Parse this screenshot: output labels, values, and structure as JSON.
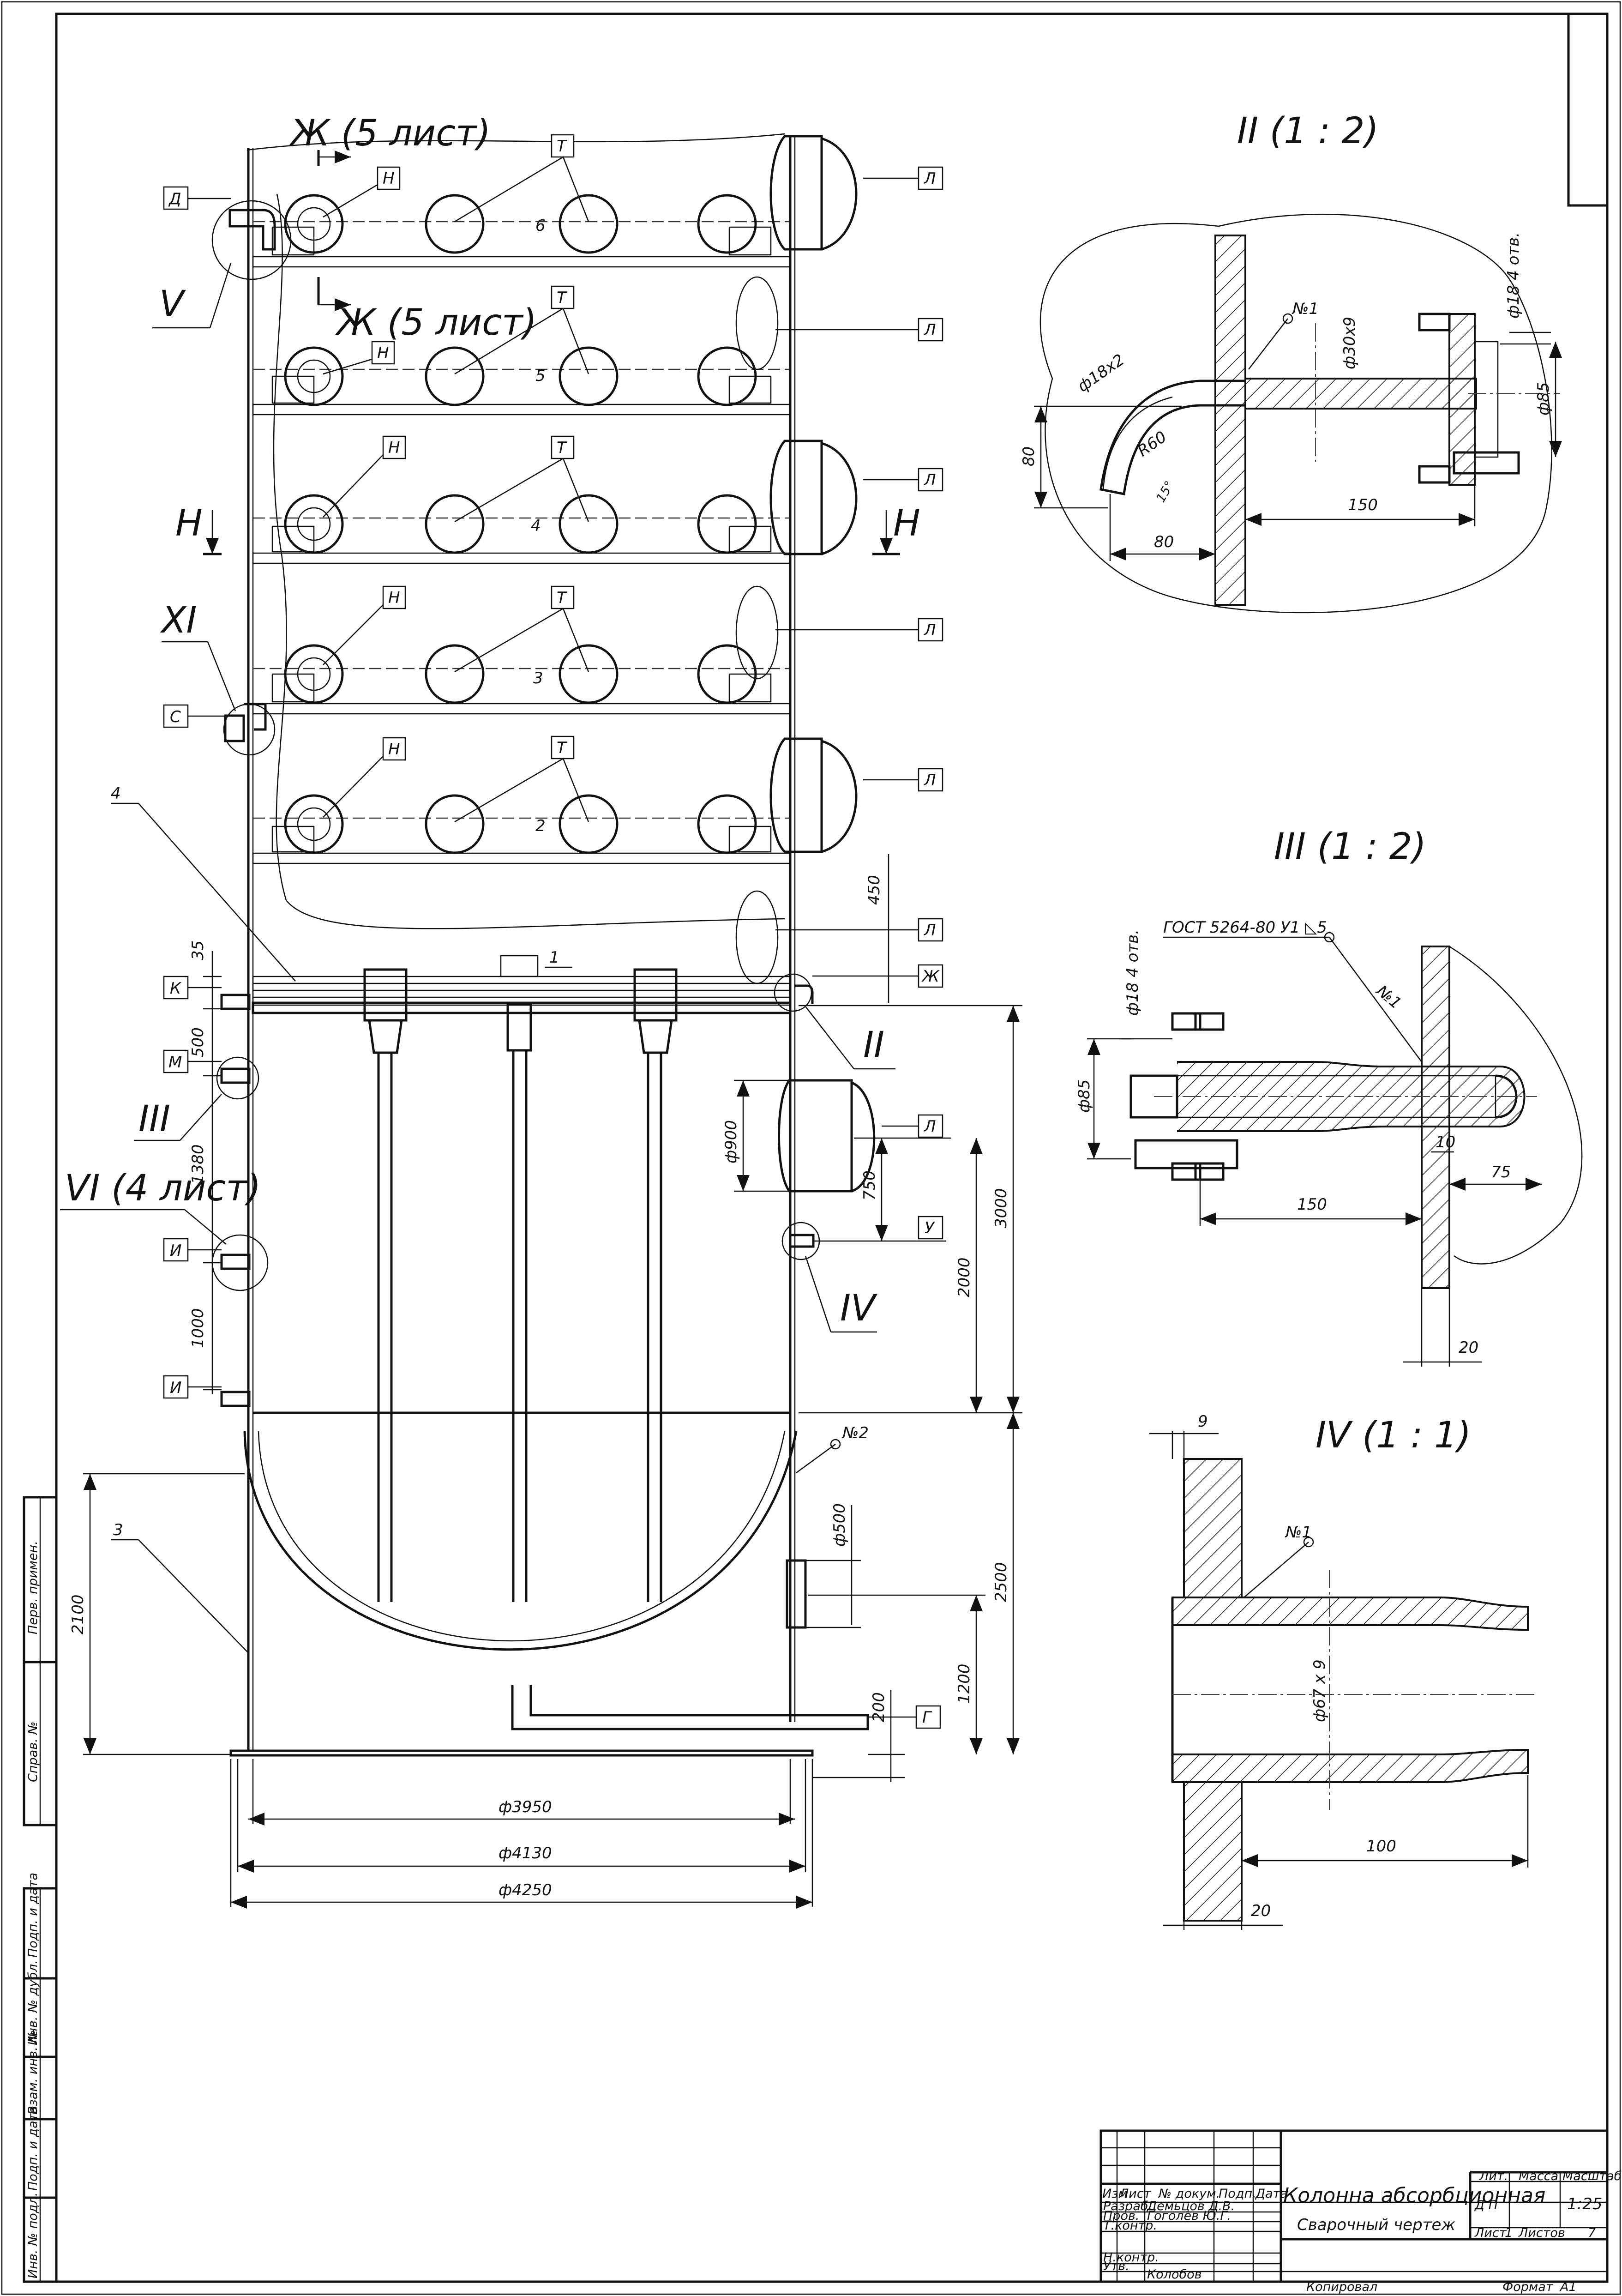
{
  "views": {
    "II": "II (1 : 2)",
    "III": "III (1 : 2)",
    "IV": "IV (1 : 1)"
  },
  "main_view": {
    "sections": {
      "zh_top": "Ж (5 лист)",
      "zh_mid": "Ж (5 лист)",
      "n_left": "Н",
      "n_right": "Н"
    },
    "node_labels": {
      "v": "V",
      "xi": "XI",
      "ii": "II",
      "iii": "III",
      "iv": "IV",
      "vi": "VI (4 лист)"
    },
    "tray_numbers": [
      "6",
      "5",
      "4",
      "3",
      "2"
    ],
    "callouts": {
      "d": "Д",
      "s": "С",
      "k": "К",
      "m": "М",
      "i1": "И",
      "i2": "И",
      "n": "Н",
      "t": "Т",
      "l": "Л",
      "zh": "Ж",
      "u": "У",
      "g": "Г"
    },
    "positions": {
      "p1": "1",
      "p3": "3",
      "p4": "4",
      "weld2": "№2"
    },
    "dims": {
      "d35": "35",
      "d500": "500",
      "d1380": "1380",
      "d1000": "1000",
      "d2100": "2100",
      "d450": "450",
      "d900": "ф900",
      "d750": "750",
      "d2000": "2000",
      "d3000": "3000",
      "d500b": "ф500",
      "d2500": "2500",
      "d1200": "1200",
      "d200": "200",
      "d3950": "ф3950",
      "d4130": "ф4130",
      "d4250": "ф4250"
    }
  },
  "detail_II": {
    "weld": "№1",
    "pipe": "ф30х9",
    "bend_pipe": "ф18х2",
    "radius": "R60",
    "angle": "15°",
    "holes": "ф18 4 отв.",
    "flange": "ф85",
    "dim80v": "80",
    "dim80h": "80",
    "dim150": "150"
  },
  "detail_III": {
    "gost": "ГОСТ 5264-80 У1 ◺5",
    "weld": "№1",
    "holes": "ф18 4 отв.",
    "flange": "ф85",
    "dim10": "10",
    "dim75": "75",
    "dim150": "150",
    "dim20": "20"
  },
  "detail_IV": {
    "weld": "№1",
    "dim9": "9",
    "pipe": "ф67 х 9",
    "dim100": "100",
    "dim20": "20"
  },
  "side_stamps": [
    "Перв. примен.",
    "Справ. №",
    "Подп. и дата",
    "Инв. № дубл.",
    "Взам. инв. №",
    "Подп. и дата",
    "Инв. № подл."
  ],
  "title_block": {
    "head": [
      "Изм",
      "Лист",
      "№ докум.",
      "Подп.",
      "Дата"
    ],
    "rows": [
      {
        "role": "Разраб.",
        "name": "Демьцов Д.В."
      },
      {
        "role": "Пров.",
        "name": "Гоголев Ю.Г."
      },
      {
        "role": "Т.контр.",
        "name": ""
      },
      {
        "role": "Н.контр.",
        "name": ""
      },
      {
        "role": "Утв.",
        "name": "Колобов"
      }
    ],
    "title": "Колонна абсорбционная",
    "subtitle": "Сварочный чертеж",
    "lit_label": "Лит.",
    "mass_label": "Масса",
    "scale_label": "Масштаб",
    "lit_value": "Д П",
    "scale_value": "1:25",
    "sheet_label": "Лист",
    "sheet_value": "1",
    "sheets_label": "Листов",
    "sheets_value": "7",
    "copied": "Копировал",
    "format_label": "Формат",
    "format_value": "А1"
  }
}
